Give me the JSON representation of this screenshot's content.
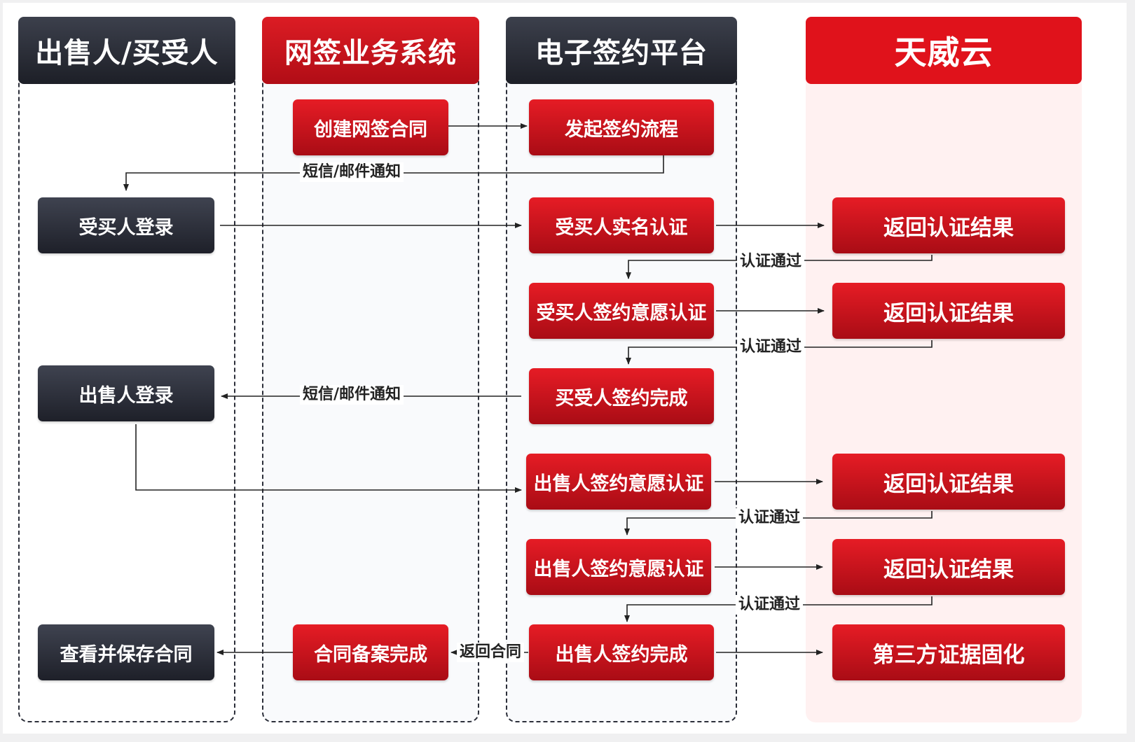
{
  "lanes": {
    "seller_buyer": "出售人/买受人",
    "online_sign_system": "网签业务系统",
    "esign_platform": "电子签约平台",
    "tianwei_cloud": "天威云"
  },
  "nodes": {
    "create_contract": "创建网签合同",
    "start_signing": "发起签约流程",
    "buyer_login": "受买人登录",
    "buyer_realname_auth": "受买人实名认证",
    "return_result_1": "返回认证结果",
    "buyer_intent_auth": "受买人签约意愿认证",
    "return_result_2": "返回认证结果",
    "seller_login": "出售人登录",
    "buyer_signed": "买受人签约完成",
    "seller_intent_auth_1": "出售人签约意愿认证",
    "return_result_3": "返回认证结果",
    "seller_intent_auth_2": "出售人签约意愿认证",
    "return_result_4": "返回认证结果",
    "view_save_contract": "查看并保存合同",
    "contract_filed": "合同备案完成",
    "seller_signed": "出售人签约完成",
    "evidence_fix": "第三方证据固化"
  },
  "edge_labels": {
    "sms_email_1": "短信/邮件通知",
    "auth_pass_1": "认证通过",
    "auth_pass_2": "认证通过",
    "sms_email_2": "短信/邮件通知",
    "auth_pass_3": "认证通过",
    "auth_pass_4": "认证通过",
    "return_contract": "返回合同"
  },
  "colors": {
    "brand_red": "#e0121b",
    "dark_node": "#2b2e38",
    "cloud_lane_bg": "#fff1f1"
  }
}
